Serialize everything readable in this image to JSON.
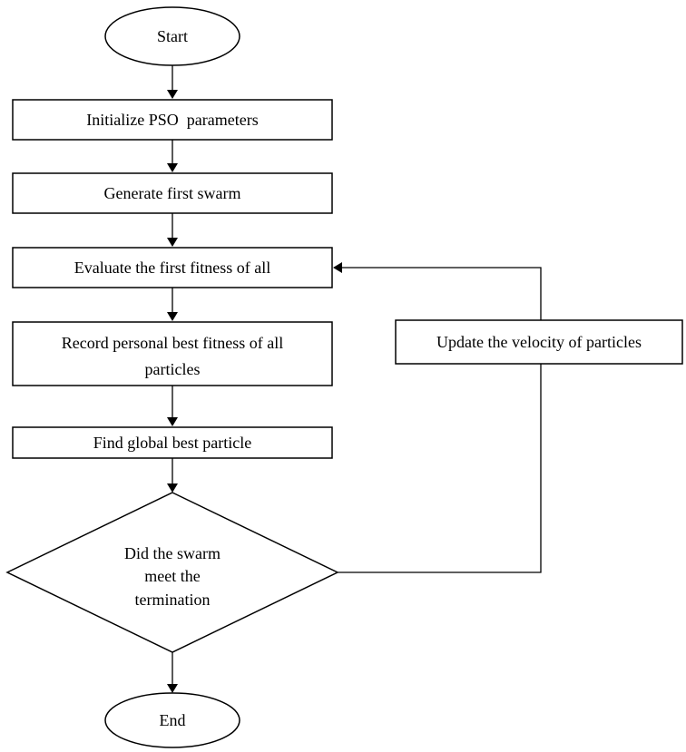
{
  "flowchart": {
    "start_label": "Start",
    "steps": {
      "initialize": "Initialize PSO  parameters",
      "generate": "Generate first swarm",
      "evaluate": "Evaluate the first fitness of all",
      "record_line1": "Record personal best fitness of all",
      "record_line2": "particles",
      "find_global": "Find global best particle",
      "update_velocity": "Update the velocity of particles"
    },
    "decision": {
      "line1": "Did the swarm",
      "line2": "meet the",
      "line3": "termination"
    },
    "end_label": "End"
  }
}
